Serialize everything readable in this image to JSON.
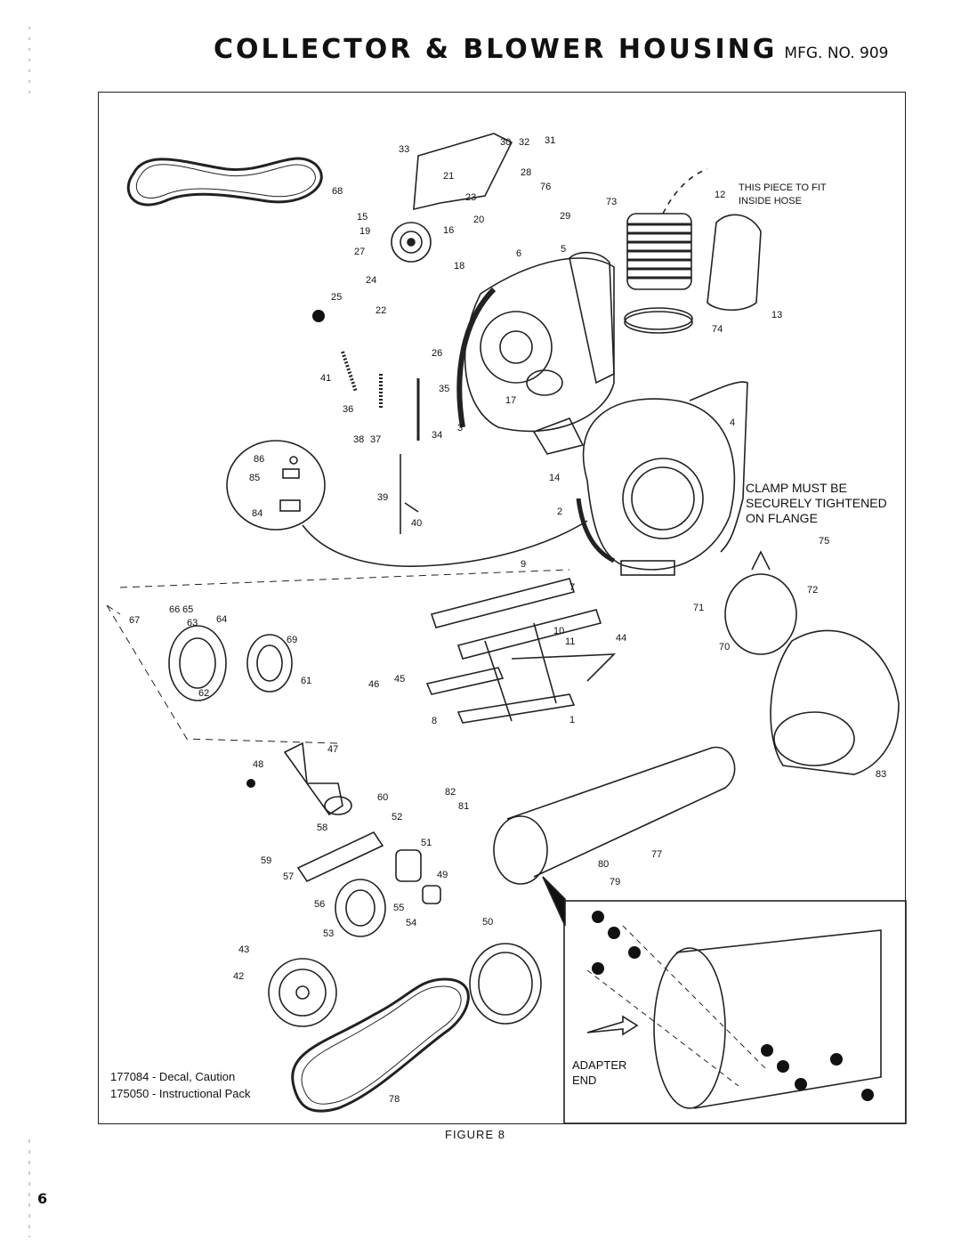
{
  "header": {
    "title": "COLLECTOR & BLOWER HOUSING",
    "mfg": "MFG. NO. 909"
  },
  "notes": {
    "hose_line1": "THIS PIECE TO FIT",
    "hose_line2": "INSIDE HOSE",
    "clamp_line1": "CLAMP MUST BE",
    "clamp_line2": "SECURELY TIGHTENED",
    "clamp_line3": "ON FLANGE",
    "adapter_line1": "ADAPTER",
    "adapter_line2": "END"
  },
  "parts_list": [
    "177084 - Decal, Caution",
    "175050 - Instructional Pack"
  ],
  "figure_caption": "FIGURE 8",
  "page_number": "6",
  "callouts": [
    "1",
    "2",
    "3",
    "4",
    "5",
    "6",
    "7",
    "8",
    "9",
    "10",
    "11",
    "12",
    "13",
    "14",
    "15",
    "16",
    "17",
    "18",
    "19",
    "20",
    "21",
    "22",
    "23",
    "24",
    "25",
    "26",
    "27",
    "28",
    "29",
    "30",
    "31",
    "32",
    "33",
    "34",
    "35",
    "36",
    "37",
    "38",
    "39",
    "40",
    "41",
    "42",
    "43",
    "44",
    "45",
    "46",
    "47",
    "48",
    "49",
    "50",
    "51",
    "52",
    "53",
    "54",
    "55",
    "56",
    "57",
    "58",
    "59",
    "60",
    "61",
    "62",
    "63",
    "64",
    "65",
    "66",
    "67",
    "68",
    "69",
    "70",
    "71",
    "72",
    "73",
    "74",
    "75",
    "76",
    "77",
    "78",
    "79",
    "80",
    "81",
    "82",
    "83",
    "84",
    "85",
    "86"
  ]
}
